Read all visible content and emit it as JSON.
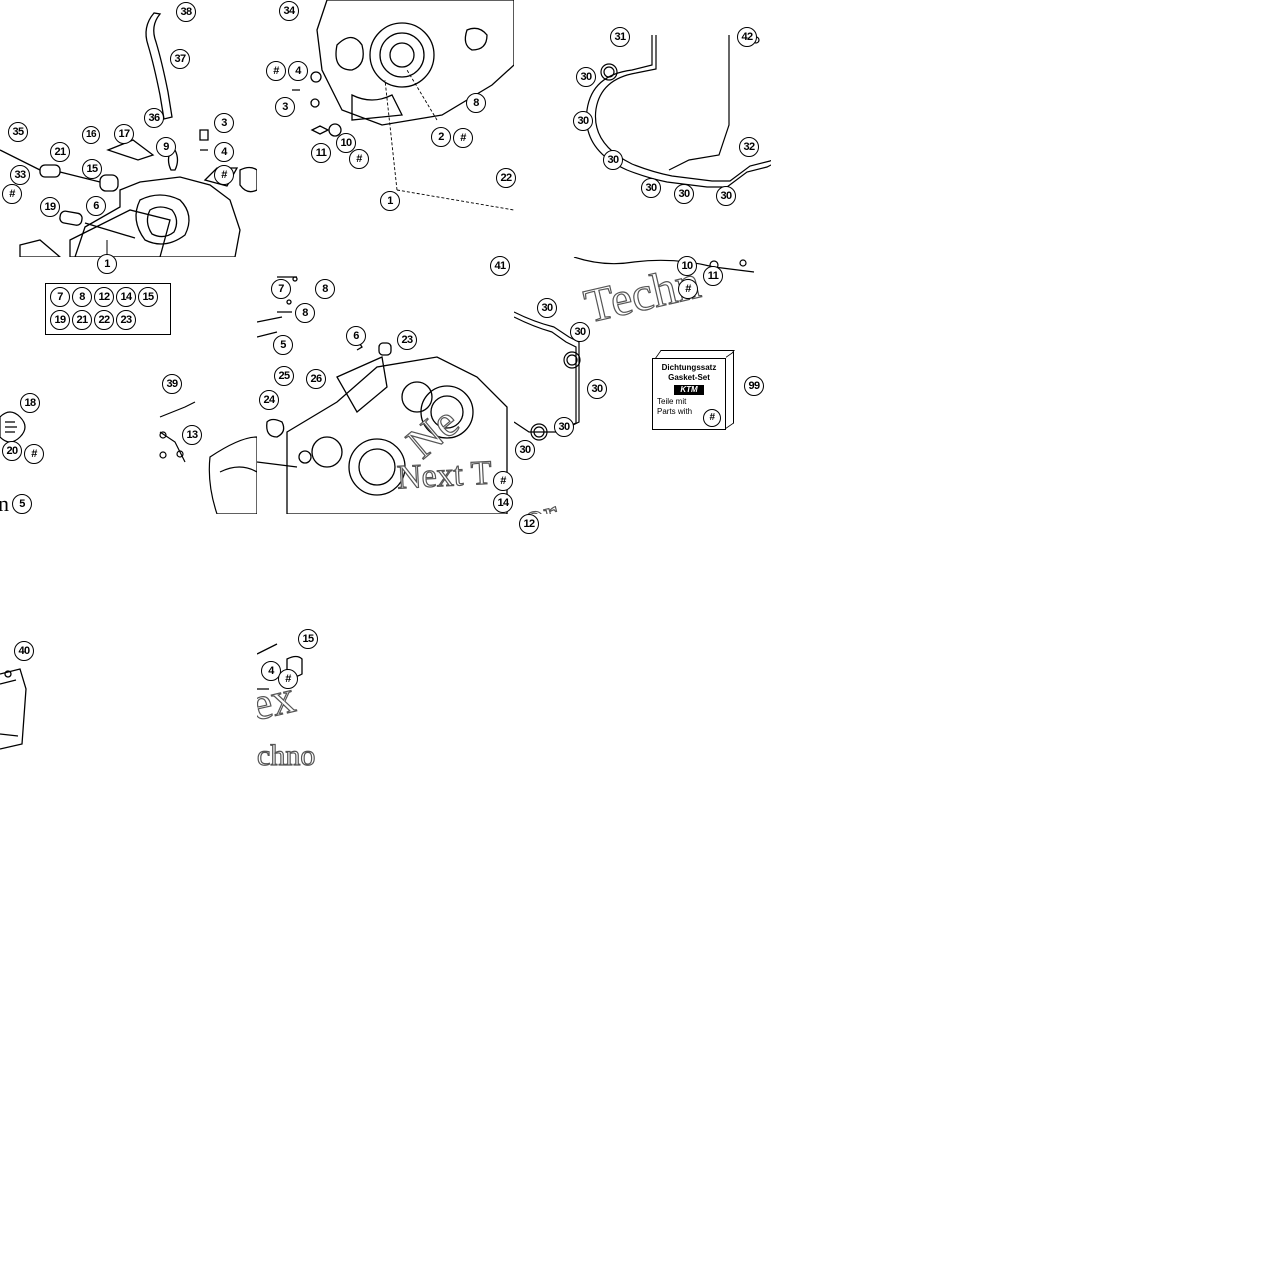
{
  "title": "",
  "tiles": [
    {
      "name": "tile-crankcase-left"
    },
    {
      "name": "tile-crankcase-cover"
    },
    {
      "name": "tile-gasket-top"
    },
    {
      "name": "tile-legend"
    },
    {
      "name": "tile-crankcase-right"
    },
    {
      "name": "tile-gasket-kit"
    },
    {
      "name": "tile-bottom-left"
    },
    {
      "name": "tile-bottom-mid"
    }
  ],
  "callouts": [
    {
      "id": "c38",
      "label": "38"
    },
    {
      "id": "c37",
      "label": "37"
    },
    {
      "id": "c36",
      "label": "36"
    },
    {
      "id": "c35",
      "label": "35"
    },
    {
      "id": "c16",
      "label": "16"
    },
    {
      "id": "c17",
      "label": "17"
    },
    {
      "id": "c21",
      "label": "21"
    },
    {
      "id": "c15a",
      "label": "15"
    },
    {
      "id": "c9",
      "label": "9"
    },
    {
      "id": "c3a",
      "label": "3"
    },
    {
      "id": "c4a",
      "label": "4"
    },
    {
      "id": "c33",
      "label": "33"
    },
    {
      "id": "cH1",
      "label": "#"
    },
    {
      "id": "cH2",
      "label": "#"
    },
    {
      "id": "c19",
      "label": "19"
    },
    {
      "id": "c6a",
      "label": "6"
    },
    {
      "id": "c1a",
      "label": "1"
    },
    {
      "id": "c34",
      "label": "34"
    },
    {
      "id": "cH3",
      "label": "#"
    },
    {
      "id": "c4b",
      "label": "4"
    },
    {
      "id": "c3b",
      "label": "3"
    },
    {
      "id": "c8a",
      "label": "8"
    },
    {
      "id": "c2",
      "label": "2"
    },
    {
      "id": "cH4",
      "label": "#"
    },
    {
      "id": "c10a",
      "label": "10"
    },
    {
      "id": "c11a",
      "label": "11"
    },
    {
      "id": "cH5",
      "label": "#"
    },
    {
      "id": "c22a",
      "label": "22"
    },
    {
      "id": "c1b",
      "label": "1"
    },
    {
      "id": "c31",
      "label": "31"
    },
    {
      "id": "c42",
      "label": "42"
    },
    {
      "id": "c30a",
      "label": "30"
    },
    {
      "id": "c30b",
      "label": "30"
    },
    {
      "id": "c30c",
      "label": "30"
    },
    {
      "id": "c30d",
      "label": "30"
    },
    {
      "id": "c30e",
      "label": "30"
    },
    {
      "id": "c30f",
      "label": "30"
    },
    {
      "id": "c32",
      "label": "32"
    },
    {
      "id": "c18",
      "label": "18"
    },
    {
      "id": "c20",
      "label": "20"
    },
    {
      "id": "cH6",
      "label": "#"
    },
    {
      "id": "c5a",
      "label": "5"
    },
    {
      "id": "c39",
      "label": "39"
    },
    {
      "id": "c13",
      "label": "13"
    },
    {
      "id": "c41",
      "label": "41"
    },
    {
      "id": "c7",
      "label": "7"
    },
    {
      "id": "c8b",
      "label": "8"
    },
    {
      "id": "c8c",
      "label": "8"
    },
    {
      "id": "c5b",
      "label": "5"
    },
    {
      "id": "c6b",
      "label": "6"
    },
    {
      "id": "c23",
      "label": "23"
    },
    {
      "id": "c25",
      "label": "25"
    },
    {
      "id": "c26",
      "label": "26"
    },
    {
      "id": "c24",
      "label": "24"
    },
    {
      "id": "cH7",
      "label": "#"
    },
    {
      "id": "c14",
      "label": "14"
    },
    {
      "id": "c12",
      "label": "12"
    },
    {
      "id": "c10b",
      "label": "10"
    },
    {
      "id": "cH8",
      "label": "#"
    },
    {
      "id": "c11b",
      "label": "11"
    },
    {
      "id": "c30g",
      "label": "30"
    },
    {
      "id": "c30h",
      "label": "30"
    },
    {
      "id": "c30i",
      "label": "30"
    },
    {
      "id": "c30j",
      "label": "30"
    },
    {
      "id": "c30k",
      "label": "30"
    },
    {
      "id": "c99",
      "label": "99"
    },
    {
      "id": "c40",
      "label": "40"
    },
    {
      "id": "c15b",
      "label": "15"
    },
    {
      "id": "c4c",
      "label": "4"
    },
    {
      "id": "cH9",
      "label": "#"
    }
  ],
  "legend": {
    "row1": [
      "7",
      "8",
      "12",
      "14",
      "15"
    ],
    "row2": [
      "19",
      "21",
      "22",
      "23"
    ]
  },
  "kit": {
    "line1": "Dichtungssatz",
    "line2": "Gasket-Set",
    "logo": "KTM",
    "line3": "Teile mit",
    "line4": "Parts with",
    "symbol": "#"
  },
  "watermarks": {
    "w1": "Techn",
    "w2": "Next T",
    "w3": "or",
    "w4": "ex",
    "w5": "chno",
    "w6": "Ne"
  },
  "bottom_label": "n"
}
